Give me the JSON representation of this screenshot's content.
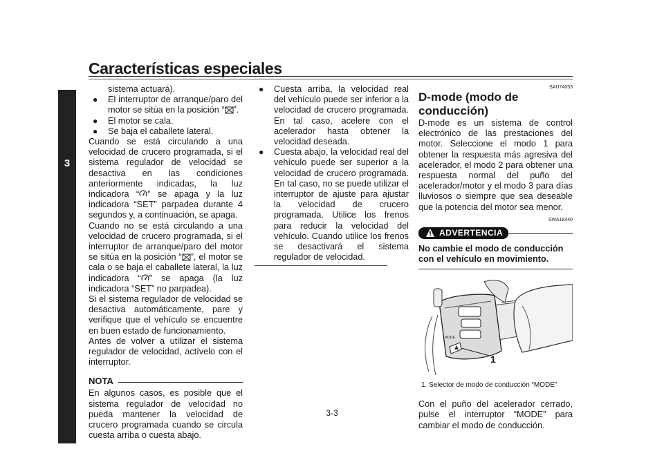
{
  "header": {
    "title": "Características especiales"
  },
  "chapter": "3",
  "page_number": "3-3",
  "col1": {
    "cont_line": "sistema actuará).",
    "bullets": [
      {
        "pre": "El interruptor de arranque/paro del motor se sitúa en la posición “",
        "post": "”."
      },
      {
        "text": "El motor se cala."
      },
      {
        "text": "Se baja el caballete lateral."
      }
    ],
    "p1_pre": "Cuando se está circulando a una velocidad de crucero programada, si el sistema regulador de velocidad se desactiva en las condiciones anteriormente indicadas, la luz indicadora “",
    "p1_post": "” se apaga y la luz indicadora “SET” parpadea durante 4 segundos y, a continuación, se apaga.",
    "p2_a": "Cuando no se está circulando a una velocidad de crucero programada, si el interruptor de arranque/paro del motor se sitúa en la posición “",
    "p2_b": "”, el motor se cala o se baja el caballete lateral, la luz indicadora “",
    "p2_c": "” se apaga (la luz indicadora “SET” no parpadea).",
    "p3": "Si el sistema regulador de velocidad se desactiva automáticamente, pare y verifique que el vehículo se encuentre en buen estado de funcionamiento.",
    "p4": "Antes de volver a utilizar el sistema regulador de velocidad, actívelo con el interruptor.",
    "nota_label": "NOTA",
    "nota_text": "En algunos casos, es posible que el sistema regulador de velocidad no pueda mantener la velocidad de crucero programada cuando se circula cuesta arriba o cuesta abajo."
  },
  "col2": {
    "bullets": [
      "Cuesta arriba, la velocidad real del vehículo puede ser inferior a la velocidad de crucero programada. En tal caso, acelere con el acelerador hasta obtener la velocidad deseada.",
      "Cuesta abajo, la velocidad real del vehículo puede ser superior a la velocidad de crucero programada. En tal caso, no se puede utilizar el interruptor de ajuste para ajustar la velocidad de crucero programada. Utilice los frenos para reducir la velocidad del vehículo. Cuando utilice los frenos se desactivará el sistema regulador de velocidad."
    ]
  },
  "col3": {
    "code1": "SAU74053",
    "title": "D-mode (modo de conducción)",
    "intro": "D-mode es un sistema de control electrónico de las prestaciones del motor. Seleccione el modo 1 para obtener la respuesta más agresiva del acelerador, el modo 2 para obtener una respuesta normal del puño del acelerador/motor y el modo 3 para días lluviosos o siempre que sea deseable que la potencia del motor sea menor.",
    "code2": "SWA18440",
    "warning_label": "ADVERTENCIA",
    "warning_text": "No cambie el modo de conducción con el vehículo en movimiento.",
    "figure_callout": "1",
    "figure_mode_label": "MODE",
    "caption": "1.  Selector de modo de conducción “MODE”",
    "outro": "Con el puño del acelerador cerrado, pulse el interruptor “MODE” para cambiar el modo de conducción."
  },
  "icons": {
    "stop_switch": "engine-stop-icon",
    "cruise_indicator": "cruise-control-icon",
    "warning": "warning-triangle-icon"
  }
}
